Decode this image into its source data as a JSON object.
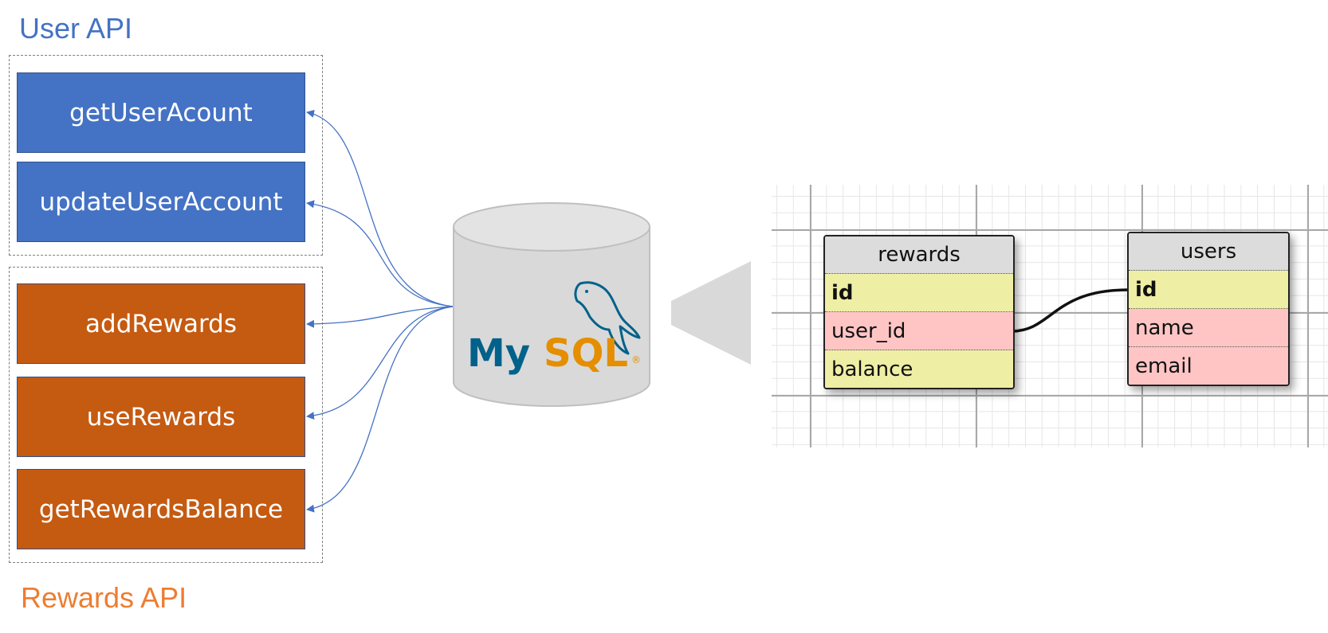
{
  "user_api": {
    "title": "User API",
    "methods": [
      "getUserAcount",
      "updateUserAccount"
    ]
  },
  "rewards_api": {
    "title": "Rewards API",
    "methods": [
      "addRewards",
      "useRewards",
      "getRewardsBalance"
    ]
  },
  "database": {
    "logo_icon": "mysql-dolphin-icon",
    "logo_text_my": "My",
    "logo_text_sql": "SQL",
    "logo_registered": "®"
  },
  "schema": {
    "tables": [
      {
        "name": "rewards",
        "columns": [
          {
            "name": "id",
            "key": "primary"
          },
          {
            "name": "user_id",
            "key": "foreign"
          },
          {
            "name": "balance",
            "key": "none"
          }
        ]
      },
      {
        "name": "users",
        "columns": [
          {
            "name": "id",
            "key": "primary"
          },
          {
            "name": "name",
            "key": "none"
          },
          {
            "name": "email",
            "key": "none"
          }
        ]
      }
    ],
    "relation": {
      "from": "rewards.user_id",
      "to": "users.id"
    }
  },
  "colors": {
    "user_accent": "#4472C4",
    "rewards_accent": "#ED7D31",
    "rewards_box": "#C55A11",
    "pk_fill": "#EEEEA5",
    "fk_fill": "#FFC5C5",
    "mysql_blue": "#00618A",
    "mysql_orange": "#E48E00"
  }
}
